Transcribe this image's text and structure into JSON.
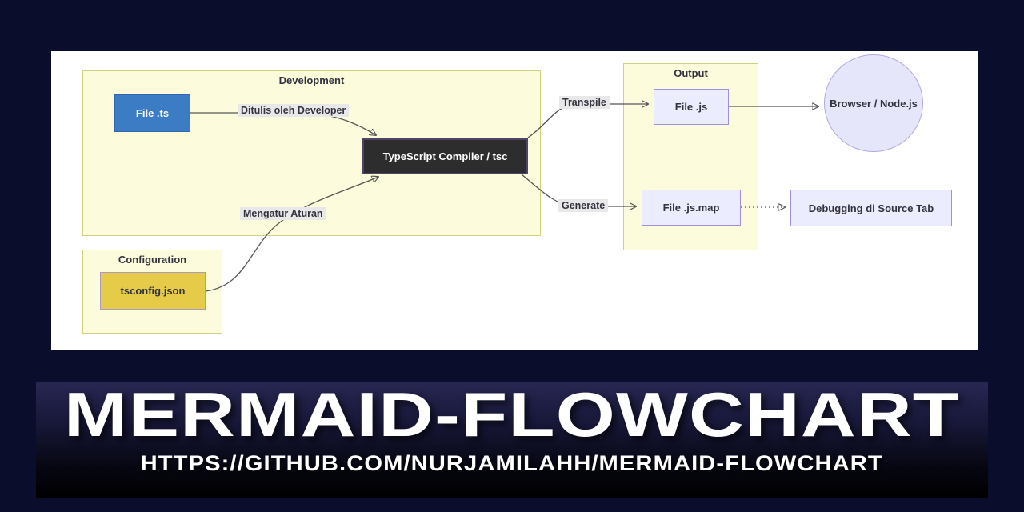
{
  "colors": {
    "bg-navy": "#0a0d2b",
    "panel-white": "#ffffff",
    "subgraph-fill": "#fcfcdc",
    "subgraph-border": "#d0d080",
    "node-blue": "#3b7cc4",
    "node-dark": "#2d2d2d",
    "node-dark-border": "#4f4468",
    "node-yellow": "#e6cb49",
    "node-yellow-border": "#a89ac2",
    "node-lavender": "#ececff",
    "node-lavender-border": "#9e8fe0",
    "circle-fill": "#e6e6fa",
    "circle-border": "#b3a6e3",
    "edge-line": "#555555",
    "edge-label-bg": "#e8e8e8",
    "text-dark": "#333340",
    "text-white": "#ffffff"
  },
  "diagram": {
    "subgraphs": {
      "development": {
        "title": "Development"
      },
      "configuration": {
        "title": "Configuration"
      },
      "output": {
        "title": "Output"
      }
    },
    "nodes": {
      "file_ts": {
        "label": "File .ts"
      },
      "compiler": {
        "label": "TypeScript Compiler / tsc"
      },
      "tsconfig": {
        "label": "tsconfig.json"
      },
      "file_js": {
        "label": "File .js"
      },
      "file_js_map": {
        "label": "File .js.map"
      },
      "browser": {
        "label": "Browser / Node.js"
      },
      "debugging": {
        "label": "Debugging di Source Tab"
      }
    },
    "edge_labels": {
      "ditulis": "Ditulis oleh Developer",
      "mengatur": "Mengatur Aturan",
      "transpile": "Transpile",
      "generate": "Generate"
    }
  },
  "footer": {
    "title": "MERMAID-FLOWCHART",
    "url": "HTTPS://GITHUB.COM/NURJAMILAHH/MERMAID-FLOWCHART"
  }
}
